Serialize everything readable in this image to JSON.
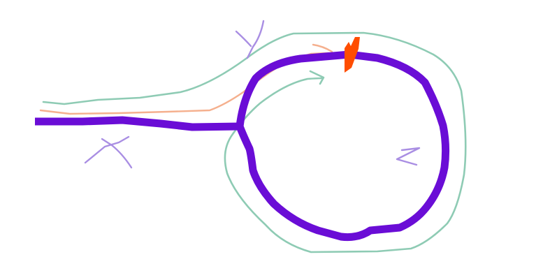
{
  "diagram": {
    "labels": {
      "x": "X",
      "y": "Y",
      "z": "Z"
    },
    "colors": {
      "track": "#6a0dd6",
      "outer_outline": "#8ecbb4",
      "inner_outline": "#f5b08e",
      "marker": "#ff4d00",
      "annotation_letters": "#a98ee3",
      "background": "#ffffff"
    }
  }
}
